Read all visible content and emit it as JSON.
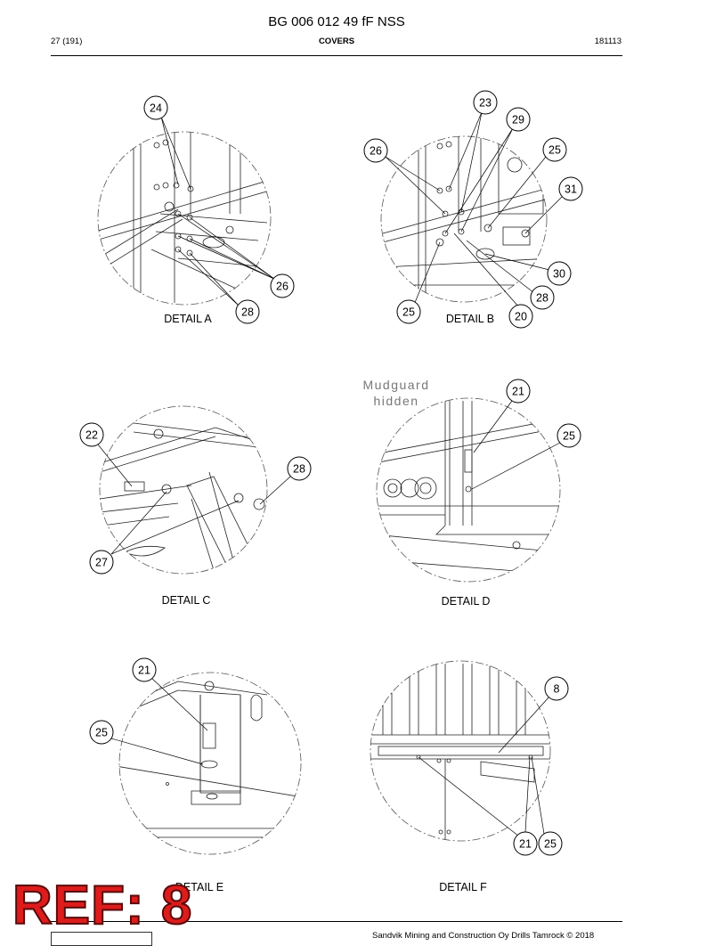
{
  "header": {
    "title": "BG 006 012 49 fF NSS",
    "page": "27 (191)",
    "section": "COVERS",
    "date_code": "181113"
  },
  "details": {
    "a": {
      "label": "DETAIL A",
      "callouts": [
        "24",
        "26",
        "28"
      ]
    },
    "b": {
      "label": "DETAIL B",
      "callouts": [
        "23",
        "29",
        "26",
        "25",
        "31",
        "30",
        "28",
        "25",
        "20"
      ]
    },
    "c": {
      "label": "DETAIL C",
      "callouts": [
        "22",
        "28",
        "27"
      ]
    },
    "d": {
      "label": "DETAIL D",
      "callouts": [
        "21",
        "25"
      ],
      "note_line1": "Mudguard",
      "note_line2": "hidden"
    },
    "e": {
      "label": "DETAIL E",
      "callouts": [
        "21",
        "25"
      ]
    },
    "f": {
      "label": "DETAIL F",
      "callouts": [
        "8",
        "21",
        "25"
      ]
    }
  },
  "footer": {
    "copyright": "Sandvik Mining and Construction Oy Drills Tamrock © 2018"
  },
  "stamp": {
    "text": "REF: 8",
    "color": "#dd1c1c"
  }
}
